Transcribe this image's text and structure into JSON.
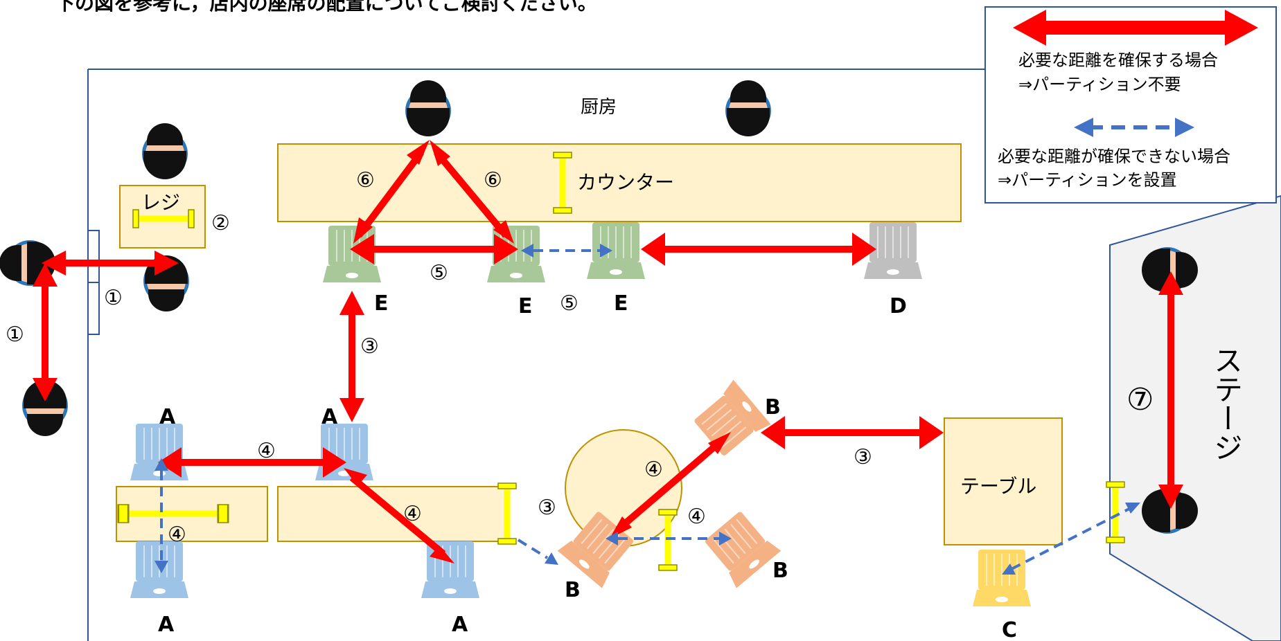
{
  "title": "下の図を参考に，店内の座席の配置についてご検討ください。",
  "legend": {
    "solid_text_1": "必要な距離を確保する場合",
    "solid_text_2": "⇒パーティション不要",
    "dashed_text_1": "必要な距離が確保できない場合",
    "dashed_text_2": "⇒パーティションを設置"
  },
  "areas": {
    "kitchen": "厨房",
    "counter": "カウンター",
    "register": "レジ",
    "table": "テーブル",
    "stage": "ステージ"
  },
  "numbers": {
    "n1a": "①",
    "n1b": "①",
    "n2": "②",
    "n3a": "③",
    "n3b": "③",
    "n3c": "③",
    "n4a": "④",
    "n4b": "④",
    "n4c": "④",
    "n4d": "④",
    "n4e": "④",
    "n5a": "⑤",
    "n5b": "⑤",
    "n6a": "⑥",
    "n6b": "⑥",
    "n7": "⑦"
  },
  "seat_labels": {
    "e1": "E",
    "e2": "E",
    "e3": "E",
    "d": "D",
    "a1": "A",
    "a2": "A",
    "a3": "A",
    "a4": "A",
    "b1": "B",
    "b2": "B",
    "b3": "B",
    "c": "C"
  },
  "colors": {
    "required_distance_arrow": "#ff0000",
    "partition_arrow": "#4472c4",
    "partition": "#ffff00",
    "furniture_fill": "#fff2cc",
    "furniture_border": "#bf9000",
    "wall": "#2f5597",
    "stage_fill": "#f2f2f2"
  }
}
